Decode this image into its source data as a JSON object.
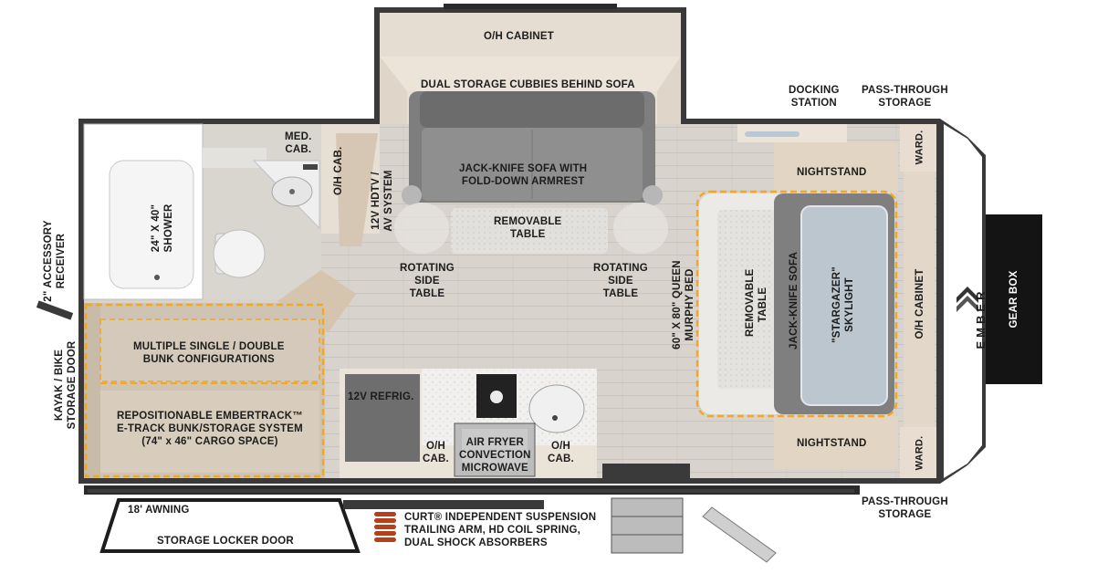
{
  "labels": {
    "oh_cabinet_top": "O/H CABINET",
    "dual_storage": "DUAL STORAGE CUBBIES BEHIND SOFA",
    "docking_station": "DOCKING\nSTATION",
    "pass_through_top": "PASS-THROUGH\nSTORAGE",
    "med_cab": "MED.\nCAB.",
    "oh_cab_bath": "O/H CAB.",
    "hdtv": "12V HDTV /\nAV SYSTEM",
    "jackknife_sofa_top": "JACK-KNIFE SOFA WITH\nFOLD-DOWN ARMREST",
    "removable_table_top": "REMOVABLE\nTABLE",
    "shower": "24\" X 40\"\nSHOWER",
    "accessory_receiver": "2\" ACCESSORY\nRECEIVER",
    "rotating_left": "ROTATING\nSIDE\nTABLE",
    "rotating_right": "ROTATING\nSIDE\nTABLE",
    "murphy_bed": "60\" X 80\" QUEEN\nMURPHY BED",
    "removable_table_side": "REMOVABLE\nTABLE",
    "jackknife_sofa_side": "JACK-KNIFE SOFA",
    "stargazer": "\"STARGAZER\"\nSKYLIGHT",
    "oh_cabinet_right": "O/H CABINET",
    "nightstand_top": "NIGHTSTAND",
    "nightstand_bottom": "NIGHTSTAND",
    "ward_top": "WARD.",
    "ward_bottom": "WARD.",
    "gear_box": "GEAR BOX",
    "brand": "EMBER",
    "kayak_bike": "KAYAK / BIKE\nSTORAGE DOOR",
    "bunk_configs": "MULTIPLE SINGLE / DOUBLE\nBUNK CONFIGURATIONS",
    "embertrack": "REPOSITIONABLE EMBERTRACK™\nE-TRACK BUNK/STORAGE SYSTEM\n(74\" x 46\" CARGO SPACE)",
    "refrig": "12V REFRIG.",
    "oh_cab_kitchen_left": "O/H\nCAB.",
    "air_fryer": "AIR FRYER\nCONVECTION\nMICROWAVE",
    "oh_cab_kitchen_right": "O/H\nCAB.",
    "awning": "18' AWNING",
    "storage_locker": "STORAGE LOCKER DOOR",
    "suspension": "CURT® INDEPENDENT SUSPENSION\nTRAILING ARM, HD COIL SPRING,\nDUAL SHOCK ABSORBERS",
    "pass_through_bottom": "PASS-THROUGH\nSTORAGE"
  },
  "colors": {
    "floor": "#d9d5ce",
    "cabinet": "#e6ddd2",
    "wall": "#3b3b3b",
    "sofa": "#8c8c8c",
    "highlight": "#f2a823",
    "gearbox": "#141414",
    "coil": "#b5401b"
  },
  "icons": [
    "toilet-icon",
    "sink-icon",
    "cooktop-icon",
    "coil-spring-icon",
    "ember-logo-icon"
  ]
}
